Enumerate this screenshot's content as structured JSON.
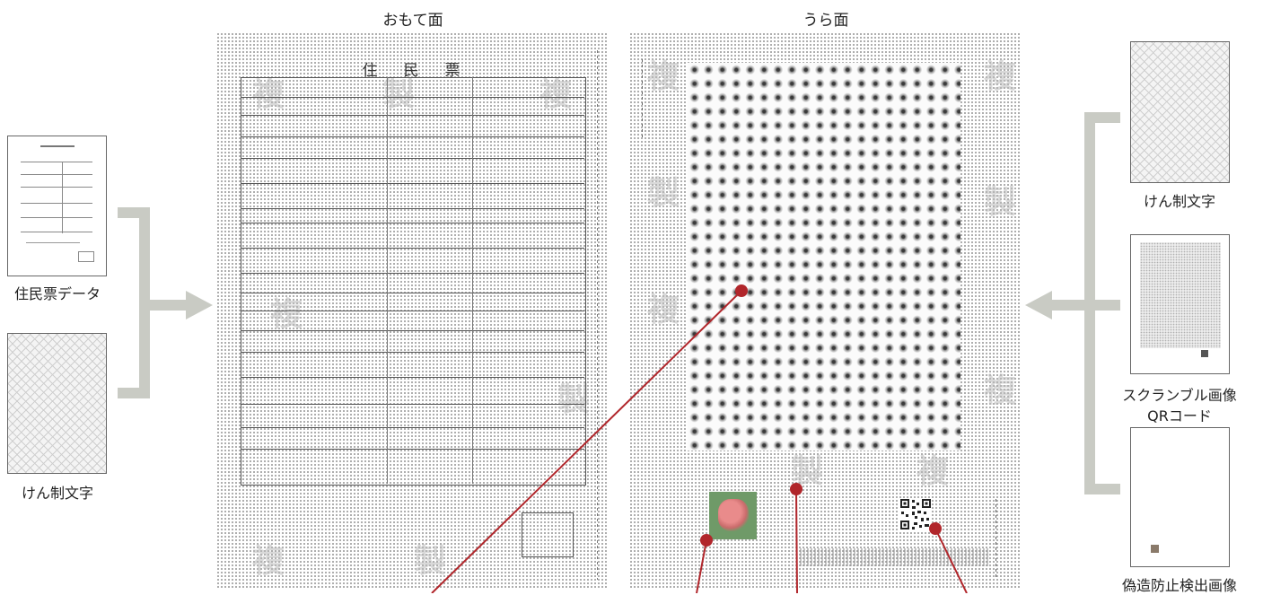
{
  "front_title": "おもて面",
  "back_title": "うら面",
  "inputs_left": {
    "juminhyo_label": "住民票データ",
    "kensei_label": "けん制文字"
  },
  "inputs_right": {
    "kensei_label": "けん制文字",
    "scramble_label_line1": "スクランブル画像",
    "scramble_label_line2": "QRコード",
    "detect_label": "偽造防止検出画像"
  },
  "front_doc": {
    "heading": "住　民　票",
    "ghost_char": "複"
  },
  "colors": {
    "bracket": "#c9cbc4",
    "callout": "#b1262b",
    "detect_patch": "#6f9a68"
  }
}
